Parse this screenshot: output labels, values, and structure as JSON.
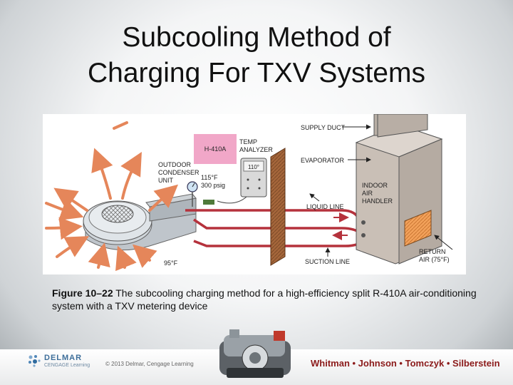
{
  "slide": {
    "title_line1": "Subcooling Method of",
    "title_line2": "Charging For TXV Systems"
  },
  "diagram": {
    "refrigerant_label": "H-410A",
    "temp_analyzer_label_1": "TEMP",
    "temp_analyzer_label_2": "ANALYZER",
    "analyzer_reading": "110°",
    "outdoor_label_1": "OUTDOOR",
    "outdoor_label_2": "CONDENSER",
    "outdoor_label_3": "UNIT",
    "gauge_temp": "115°F",
    "gauge_pressure": "300 psig",
    "supply_duct_label": "SUPPLY DUCT",
    "evaporator_label": "EVAPORATOR",
    "indoor_label_1": "INDOOR",
    "indoor_label_2": "AIR",
    "indoor_label_3": "HANDLER",
    "liquid_line_label": "LIQUID LINE",
    "suction_line_label": "SUCTION LINE",
    "return_air_label_1": "RETURN",
    "return_air_label_2": "AIR (75°F)",
    "outdoor_temp": "95°F"
  },
  "caption": {
    "figure_number": "Figure 10–22",
    "text": " The subcooling charging method for a high-efficiency split R-410A air-conditioning system with a TXV metering device"
  },
  "footer": {
    "logo_name": "DELMAR",
    "logo_sub": "CENGAGE Learning",
    "copyright": "© 2013 Delmar, Cengage Learning",
    "authors": "Whitman • Johnson • Tomczyk • Silberstein"
  },
  "colors": {
    "pipe_red": "#b5323c",
    "arrow_orange": "#e5865a",
    "analyzer_pink": "#f1a7c8",
    "handler_tan": "#c9bfb6",
    "author_red": "#8b1a1a"
  }
}
